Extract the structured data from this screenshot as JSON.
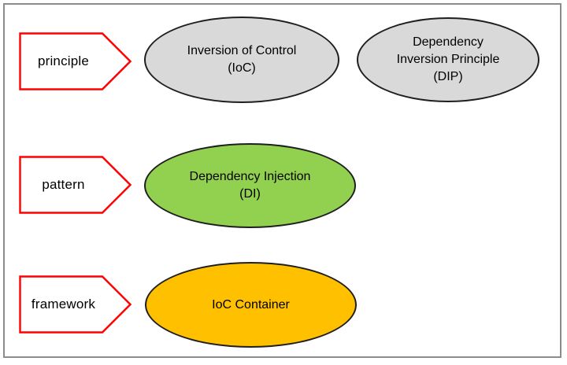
{
  "page": {
    "background": "#ffffff",
    "frame_border_color": "#8c8c8c"
  },
  "colors": {
    "arrow_border": "#ff0000",
    "arrow_fill": "#ffffff",
    "gray_fill": "#d9d9d9",
    "green_fill": "#92d050",
    "orange_fill": "#ffc000",
    "ellipse_border": "#1f1f1f",
    "text": "#000000"
  },
  "rows": [
    {
      "label": "principle",
      "nodes": [
        {
          "id": "ioc",
          "text": "Inversion of Control\n(IoC)",
          "fill": "#d9d9d9"
        },
        {
          "id": "dip",
          "text": "Dependency\nInversion Principle\n(DIP)",
          "fill": "#d9d9d9"
        }
      ]
    },
    {
      "label": "pattern",
      "nodes": [
        {
          "id": "di",
          "text": "Dependency Injection\n(DI)",
          "fill": "#92d050"
        }
      ]
    },
    {
      "label": "framework",
      "nodes": [
        {
          "id": "ioc-container",
          "text": "IoC Container",
          "fill": "#ffc000"
        }
      ]
    }
  ]
}
